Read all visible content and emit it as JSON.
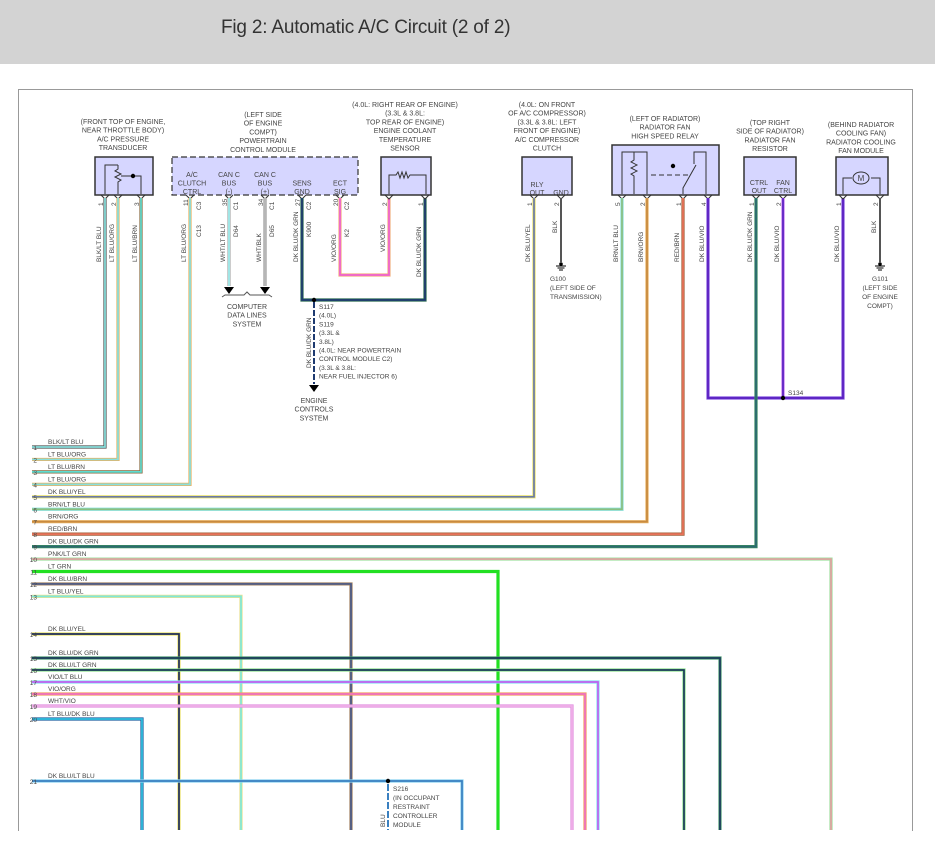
{
  "header": {
    "title": "Fig 2: Automatic A/C Circuit (2 of 2)"
  },
  "components": {
    "pressure_transducer": {
      "lines": [
        "(FRONT TOP OF ENGINE,",
        "NEAR THROTTLE BODY)",
        "A/C PRESSURE",
        "TRANSDUCER"
      ],
      "pins": [
        {
          "num": "1",
          "wire": "BLK/LT BLU"
        },
        {
          "num": "2",
          "wire": "LT BLU/ORG"
        },
        {
          "num": "3",
          "wire": "LT BLU/BRN"
        }
      ]
    },
    "pcm": {
      "lines": [
        "(LEFT SIDE",
        "OF ENGINE",
        "COMPT)",
        "POWERTRAIN",
        "CONTROL MODULE"
      ],
      "terminals": [
        {
          "name": [
            "A/C",
            "CLUTCH",
            "CTRL"
          ],
          "pin": "11",
          "conn": "C3",
          "wire": "LT BLU/ORG",
          "circuit": "C13"
        },
        {
          "name": [
            "CAN C",
            "BUS",
            "(-)"
          ],
          "pin": "35",
          "conn": "C1",
          "wire": "WHT/LT BLU",
          "circuit": "D64"
        },
        {
          "name": [
            "CAN C",
            "BUS",
            "(+)"
          ],
          "pin": "34",
          "conn": "C1",
          "wire": "WHT/BLK",
          "circuit": "D65"
        },
        {
          "name": [
            "SENS",
            "GND"
          ],
          "pin": "27",
          "conn": "C2",
          "wire": "DK BLU/DK GRN",
          "circuit": "K900"
        },
        {
          "name": [
            "ECT",
            "SIG"
          ],
          "pin": "20",
          "conn": "C2",
          "wire": "VIO/ORG",
          "circuit": "K2"
        }
      ]
    },
    "ect_sensor": {
      "lines": [
        "(4.0L: RIGHT REAR OF ENGINE)",
        "(3.3L & 3.8L:",
        "TOP REAR OF ENGINE)",
        "ENGINE COOLANT",
        "TEMPERATURE",
        "SENSOR"
      ],
      "pins": [
        {
          "num": "2",
          "wire": "VIO/ORG"
        },
        {
          "num": "1",
          "wire": "DK BLU/DK GRN"
        }
      ]
    },
    "ac_clutch": {
      "lines": [
        "(4.0L: ON FRONT",
        "OF A/C COMPRESSOR)",
        "(3.3L & 3.8L: LEFT",
        "FRONT OF ENGINE)",
        "A/C COMPRESSOR",
        "CLUTCH"
      ],
      "terminals": [
        [
          "RLY",
          "OUT"
        ],
        [
          "GND"
        ]
      ],
      "pins": [
        {
          "num": "1",
          "wire": "DK BLU/YEL"
        },
        {
          "num": "2",
          "wire": "BLK"
        }
      ]
    },
    "fan_relay": {
      "lines": [
        "(LEFT OF RADIATOR)",
        "RADIATOR FAN",
        "HIGH SPEED RELAY"
      ],
      "pins": [
        {
          "num": "5",
          "wire": "BRN/LT BLU"
        },
        {
          "num": "2",
          "wire": "BRN/ORG"
        },
        {
          "num": "1",
          "wire": "RED/BRN"
        },
        {
          "num": "4",
          "wire": "DK BLU/VIO"
        }
      ]
    },
    "fan_resistor": {
      "lines": [
        "(TOP RIGHT",
        "SIDE OF RADIATOR)",
        "RADIATOR FAN",
        "RESISTOR"
      ],
      "terminals": [
        [
          "CTRL",
          "OUT"
        ],
        [
          "FAN",
          "CTRL"
        ]
      ],
      "pins": [
        {
          "num": "1",
          "wire": "DK BLU/DK GRN"
        },
        {
          "num": "2",
          "wire": "DK BLU/VIO"
        }
      ]
    },
    "fan_module": {
      "lines": [
        "(BEHIND RADIATOR",
        "COOLING FAN)",
        "RADIATOR COOLING",
        "FAN MODULE"
      ],
      "motor": "M",
      "pins": [
        {
          "num": "1",
          "wire": "DK BLU/VIO"
        },
        {
          "num": "2",
          "wire": "BLK"
        }
      ]
    }
  },
  "grounds": {
    "g100": [
      "G100",
      "(LEFT SIDE OF",
      "TRANSMISSION)"
    ],
    "g101": [
      "G101",
      "(LEFT SIDE",
      "OF ENGINE",
      "COMPT)"
    ]
  },
  "systems": {
    "data_lines": [
      "COMPUTER",
      "DATA LINES",
      "SYSTEM"
    ],
    "engine_controls": [
      "ENGINE",
      "CONTROLS",
      "SYSTEM"
    ]
  },
  "splices": {
    "s117": {
      "wire": "DK BLU/DK GRN",
      "lines": [
        "S117",
        "(4.0L)",
        "S119",
        "(3.3L &",
        "3.8L)",
        "(4.0L: NEAR POWERTRAIN",
        "CONTROL MODULE C2)",
        "(3.3L & 3.8L:",
        "NEAR FUEL INJECTOR 6)"
      ]
    },
    "s134": {
      "lines": [
        "S134"
      ]
    },
    "s216": {
      "wire": "BLU",
      "lines": [
        "S216",
        "(IN OCCUPANT",
        "RESTRAINT",
        "CONTROLLER",
        "MODULE"
      ]
    }
  },
  "harness": [
    {
      "num": "1",
      "wire": "BLK/LT BLU",
      "color": "#88e0dd",
      "stripe": "#555"
    },
    {
      "num": "2",
      "wire": "LT BLU/ORG",
      "color": "#88e0dd",
      "stripe": "#e8b060"
    },
    {
      "num": "3",
      "wire": "LT BLU/BRN",
      "color": "#5fdcd0",
      "stripe": "#8a6a40"
    },
    {
      "num": "4",
      "wire": "LT BLU/ORG",
      "color": "#88e0dd",
      "stripe": "#e8b060"
    },
    {
      "num": "5",
      "wire": "DK BLU/YEL",
      "color": "#6a7aa8",
      "stripe": "#e8e060"
    },
    {
      "num": "6",
      "wire": "BRN/LT BLU",
      "color": "#8abf80",
      "stripe": "#88e0dd"
    },
    {
      "num": "7",
      "wire": "BRN/ORG",
      "color": "#c88a40",
      "stripe": "#e8b060"
    },
    {
      "num": "8",
      "wire": "RED/BRN",
      "color": "#e8735a",
      "stripe": "#a0603a"
    },
    {
      "num": "9",
      "wire": "DK BLU/DK GRN",
      "color": "#2a6a70",
      "stripe": "#3a8a60"
    },
    {
      "num": "10",
      "wire": "PNK/LT GRN",
      "color": "#e0a0a0",
      "stripe": "#a0e0a0"
    },
    {
      "num": "11",
      "wire": "LT GRN",
      "color": "#22e022",
      "stripe": "#22e022"
    },
    {
      "num": "12",
      "wire": "DK BLU/BRN",
      "color": "#4a5a88",
      "stripe": "#a08060"
    },
    {
      "num": "13",
      "wire": "LT BLU/YEL",
      "color": "#7fe8d8",
      "stripe": "#e8e090"
    },
    {
      "num": "14",
      "wire": "DK BLU/YEL",
      "color": "#1e2d5c",
      "stripe": "#e8e060"
    },
    {
      "num": "15",
      "wire": "DK BLU/DK GRN",
      "color": "#1a3a5a",
      "stripe": "#4a9a70"
    },
    {
      "num": "16",
      "wire": "DK BLU/LT GRN",
      "color": "#1a3a5a",
      "stripe": "#8ae08a"
    },
    {
      "num": "17",
      "wire": "VIO/LT BLU",
      "color": "#c060f0",
      "stripe": "#88e0f0"
    },
    {
      "num": "18",
      "wire": "VIO/ORG",
      "color": "#f070c0",
      "stripe": "#f0a060"
    },
    {
      "num": "19",
      "wire": "WHT/VIO",
      "color": "#f0b0e8",
      "stripe": "#e090e0"
    },
    {
      "num": "20",
      "wire": "LT BLU/DK BLU",
      "color": "#30c0e0",
      "stripe": "#2060a0"
    },
    {
      "num": "21",
      "wire": "DK BLU/LT BLU",
      "color": "#3a80c0",
      "stripe": "#88d0f0"
    }
  ],
  "colors": {
    "component_fill": "#d6d6ff",
    "header_bg": "#d3d3d3",
    "frame_border": "#999999"
  }
}
